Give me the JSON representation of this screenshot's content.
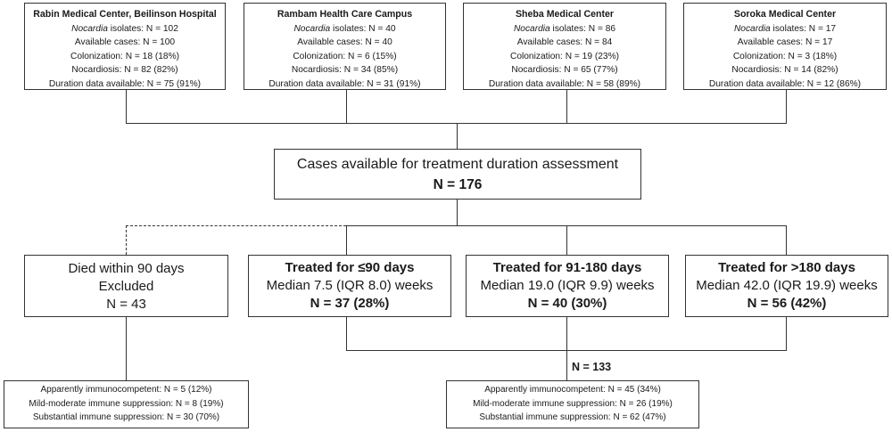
{
  "hospitals": [
    {
      "name": "Rabin Medical Center, Beilinson Hospital",
      "isolates_prefix": "Nocardia",
      "isolates": " isolates: N = 102",
      "available": "Available cases: N = 100",
      "colonization": "Colonization: N = 18 (18%)",
      "nocardiosis": "Nocardiosis: N = 82 (82%)",
      "duration": "Duration data available: N = 75 (91%)"
    },
    {
      "name": "Rambam Health Care Campus",
      "isolates_prefix": "Nocardia",
      "isolates": " isolates: N = 40",
      "available": "Available cases: N = 40",
      "colonization": "Colonization: N = 6 (15%)",
      "nocardiosis": "Nocardiosis: N = 34 (85%)",
      "duration": "Duration data available: N = 31 (91%)"
    },
    {
      "name": "Sheba Medical Center",
      "isolates_prefix": "Nocardia",
      "isolates": " isolates: N = 86",
      "available": "Available cases: N = 84",
      "colonization": "Colonization: N = 19 (23%)",
      "nocardiosis": "Nocardiosis: N = 65 (77%)",
      "duration": "Duration data available: N = 58 (89%)"
    },
    {
      "name": "Soroka Medical Center",
      "isolates_prefix": "Nocardia",
      "isolates": " isolates: N = 17",
      "available": "Available cases: N = 17",
      "colonization": "Colonization: N = 3 (18%)",
      "nocardiosis": "Nocardiosis: N = 14 (82%)",
      "duration": "Duration data available: N = 12 (86%)"
    }
  ],
  "central": {
    "title": "Cases available for treatment duration assessment",
    "count": "N = 176"
  },
  "excluded": {
    "line1": "Died within 90 days",
    "line2": "Excluded",
    "count": "N = 43"
  },
  "treated": [
    {
      "title": "Treated for ≤90 days",
      "median": "Median 7.5 (IQR 8.0) weeks",
      "count": "N = 37 (28%)"
    },
    {
      "title": "Treated for 91-180 days",
      "median": "Median 19.0 (IQR 9.9) weeks",
      "count": "N = 40 (30%)"
    },
    {
      "title": "Treated for >180 days",
      "median": "Median 42.0 (IQR 19.9) weeks",
      "count": "N = 56 (42%)"
    }
  ],
  "excluded_breakdown": {
    "immunocompetent": "Apparently immunocompetent:  N = 5 (12%)",
    "mild_moderate": "Mild-moderate immune suppression: N = 8 (19%)",
    "substantial": "Substantial immune suppression: N = 30 (70%)"
  },
  "treated_total": "N = 133",
  "treated_breakdown": {
    "immunocompetent": "Apparently immunocompetent:  N = 45 (34%)",
    "mild_moderate": "Mild-moderate immune suppression: N = 26 (19%)",
    "substantial": "Substantial immune suppression: N = 62 (47%)"
  }
}
